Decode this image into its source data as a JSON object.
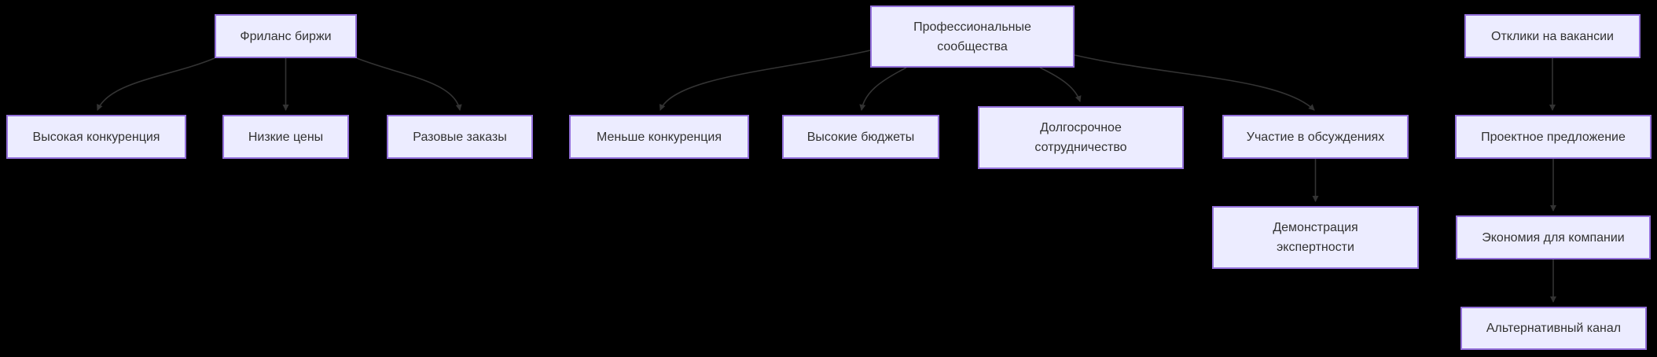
{
  "diagram": {
    "type": "flowchart",
    "background_color": "#000000",
    "node_fill_color": "#ECECFF",
    "node_border_color": "#9370DB",
    "node_text_color": "#333333",
    "edge_color": "#333333",
    "nodes": {
      "freelance": {
        "label": "Фриланс биржи"
      },
      "high_competition": {
        "label": "Высокая конкуренция"
      },
      "low_prices": {
        "label": "Низкие цены"
      },
      "one_time_orders": {
        "label": "Разовые заказы"
      },
      "communities": {
        "label": "Профессиональные сообщества"
      },
      "less_competition": {
        "label": "Меньше конкуренция"
      },
      "high_budgets": {
        "label": "Высокие бюджеты"
      },
      "long_term": {
        "label": "Долгосрочное сотрудничество"
      },
      "discussions": {
        "label": "Участие в обсуждениях"
      },
      "expertise_demo": {
        "label": "Демонстрация экспертности"
      },
      "vacancy_replies": {
        "label": "Отклики на вакансии"
      },
      "project_proposal": {
        "label": "Проектное предложение"
      },
      "company_savings": {
        "label": "Экономия для компании"
      },
      "alternative_channel": {
        "label": "Альтернативный канал"
      }
    },
    "edges": [
      {
        "from": "freelance",
        "to": "high_competition"
      },
      {
        "from": "freelance",
        "to": "low_prices"
      },
      {
        "from": "freelance",
        "to": "one_time_orders"
      },
      {
        "from": "communities",
        "to": "less_competition"
      },
      {
        "from": "communities",
        "to": "high_budgets"
      },
      {
        "from": "communities",
        "to": "long_term"
      },
      {
        "from": "communities",
        "to": "discussions"
      },
      {
        "from": "discussions",
        "to": "expertise_demo"
      },
      {
        "from": "vacancy_replies",
        "to": "project_proposal"
      },
      {
        "from": "project_proposal",
        "to": "company_savings"
      },
      {
        "from": "company_savings",
        "to": "alternative_channel"
      }
    ]
  }
}
